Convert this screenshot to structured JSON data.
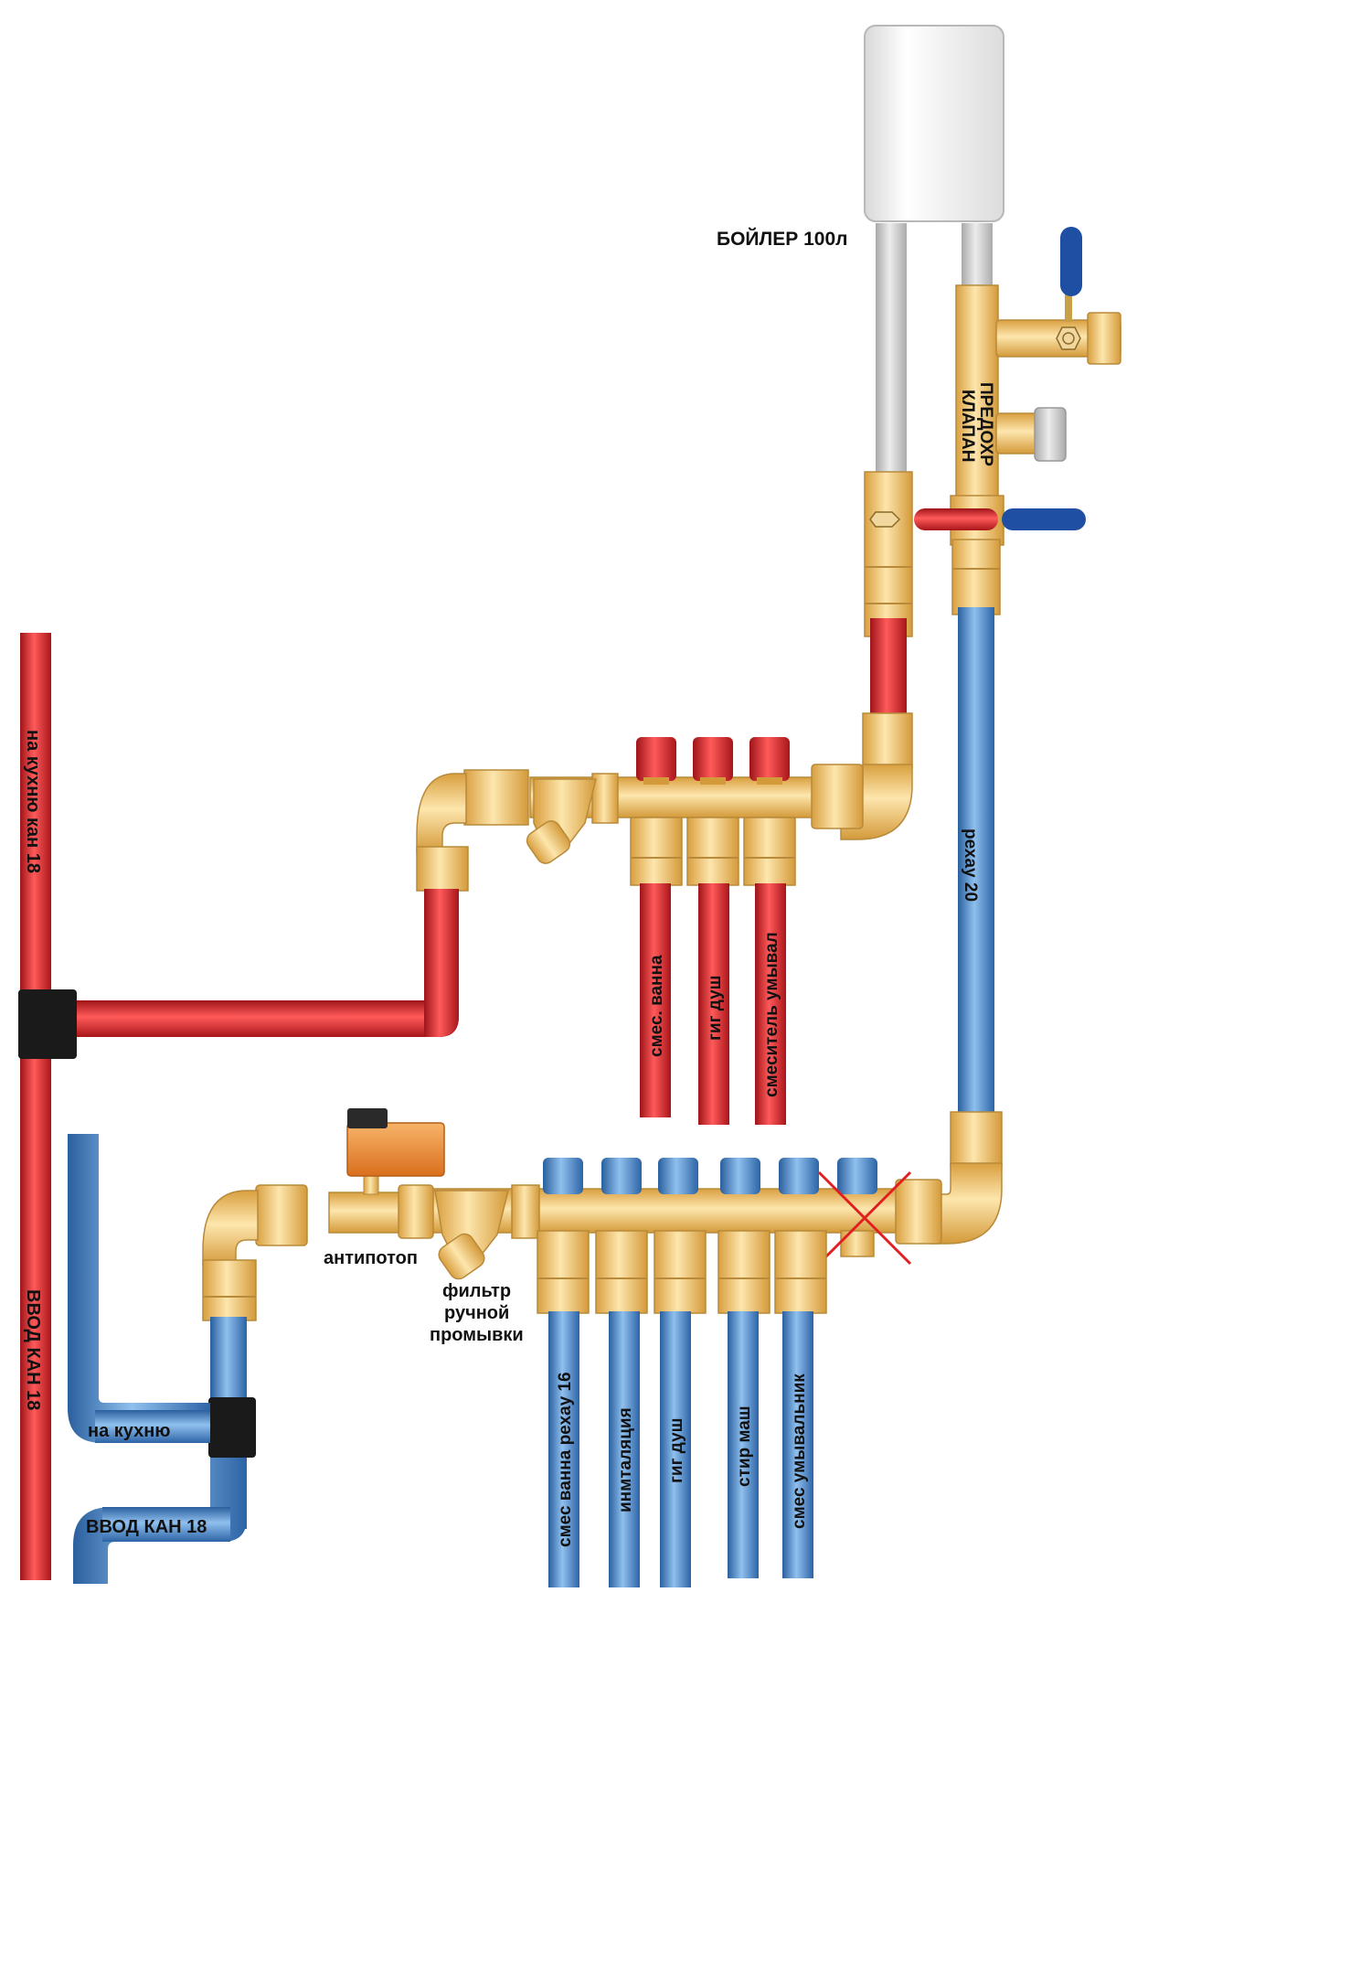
{
  "labels": {
    "boiler": "БОЙЛЕР 100л",
    "safety_valve_line1": "ПРЕДОХР",
    "safety_valve_line2": "КЛАПАН",
    "rehau20": "рехау 20",
    "kitchen_hot": "на кухню кан 18",
    "input_left": "ВВОД КАН 18",
    "kitchen_cold": "на кухню",
    "input_bottom": "ВВОД КАН 18",
    "antipotop": "антипотоп",
    "filter_line1": "фильтр",
    "filter_line2": "ручной",
    "filter_line3": "промывки"
  },
  "hot_outlets": [
    "смес. ванна",
    "гиг душ",
    "смеситель умывал"
  ],
  "cold_outlets": [
    "смес ванна рехау 16",
    "инмталяция",
    "гиг душ",
    "стир маш",
    "смес умывальник"
  ],
  "colors": {
    "hot_pipe": "#e3262b",
    "cold_pipe": "#4f8fd0",
    "boiler_pipe": "#cfcfcf",
    "brass": "#f5cf7e",
    "hot_cap": "#c8262b",
    "cold_cap": "#2d6fc4",
    "tee_black": "#1a1a1a",
    "cross_out": "#e02020",
    "actuator": "#f0963a"
  }
}
